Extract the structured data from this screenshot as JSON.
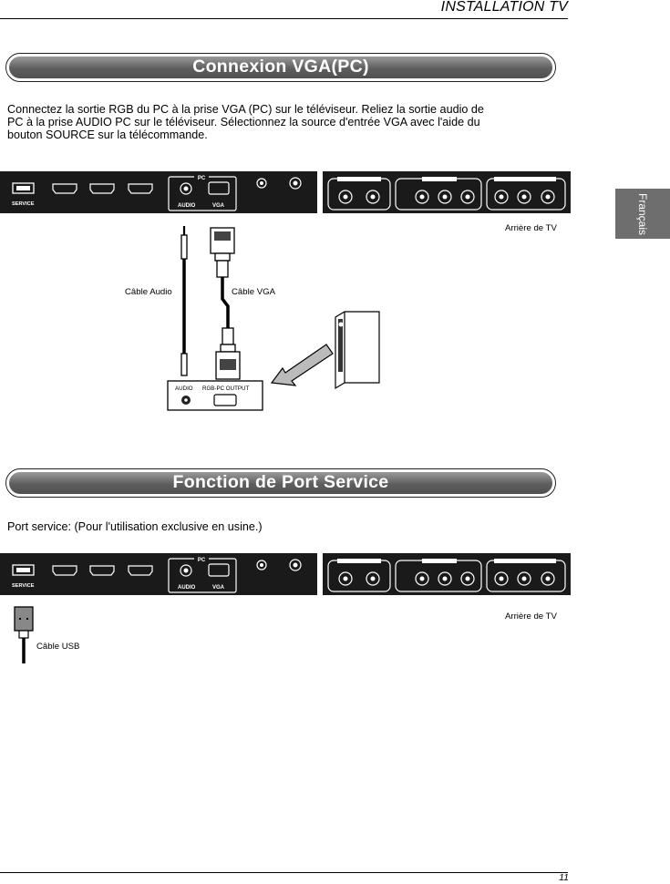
{
  "header": {
    "title": "INSTALLATION TV"
  },
  "side_tab": {
    "label": "Français"
  },
  "section1": {
    "title": "Connexion VGA(PC)",
    "lines": [
      "Connectez la sortie RGB du PC à la prise VGA (PC) sur le téléviseur. Reliez la sortie audio de",
      "PC à la prise AUDIO PC sur le téléviseur. Sélectionnez la source d'entrée VGA avec l'aide du",
      "bouton SOURCE sur la télécommande."
    ],
    "panel": {
      "service": "SERVICE",
      "pc": "PC",
      "audio": "AUDIO",
      "vga": "VGA"
    },
    "tv_back": "Arrière de TV",
    "cable_audio": "Câble Audio",
    "cable_vga": "Câble VGA",
    "pc_box": {
      "audio": "AUDIO",
      "output": "RGB-PC OUTPUT"
    }
  },
  "section2": {
    "title": "Fonction de Port Service",
    "text": "Port service: (Pour l'utilisation exclusive en usine.)",
    "panel": {
      "service": "SERVICE",
      "pc": "PC",
      "audio": "AUDIO",
      "vga": "VGA"
    },
    "tv_back": "Arrière de TV",
    "cable_usb": "Câble USB"
  },
  "footer": {
    "page_number": "11"
  }
}
